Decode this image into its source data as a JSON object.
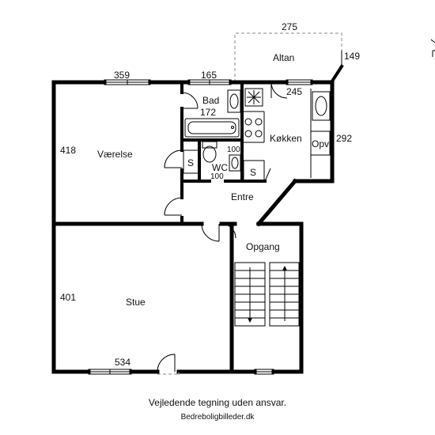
{
  "rooms": {
    "vaerelse": "Værelse",
    "bad": "Bad",
    "kokken": "Køkken",
    "altan": "Altan",
    "entre": "Entre",
    "opgang": "Opgang",
    "stue": "Stue",
    "wc": "WC",
    "opv": "Opv",
    "skab1": "S",
    "skab2": "S"
  },
  "dimensions": {
    "altan_width": "275",
    "altan_depth": "149",
    "vaerelse_width": "359",
    "vaerelse_depth": "418",
    "bad_width": "165",
    "bad_depth": "172",
    "kokken_width": "245",
    "kokken_depth": "292",
    "wc_width": "100",
    "wc_depth": "100",
    "stue_width": "534",
    "stue_depth": "401"
  },
  "footer": {
    "disclaimer": "Vejledende tegning uden ansvar.",
    "credit": "Bedreboligbilleder.dk"
  },
  "colors": {
    "wall": "#000000",
    "dashed": "#888888"
  }
}
